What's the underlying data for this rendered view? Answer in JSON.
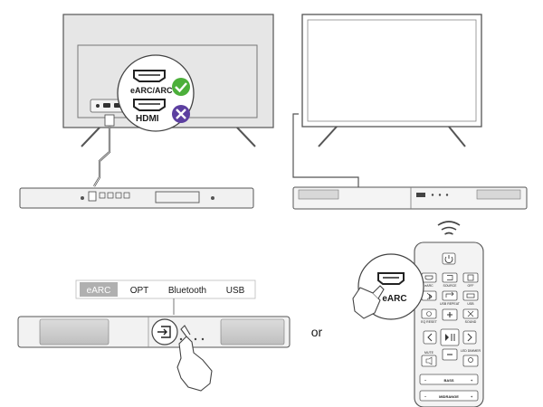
{
  "diagram": {
    "callout_earc_label": "eARC/ARC",
    "callout_hdmi_label": "HDMI",
    "modes": [
      "eARC",
      "OPT",
      "Bluetooth",
      "USB"
    ],
    "active_mode": "eARC",
    "or_text": "or",
    "remote_callout_label": "eARC",
    "remote": {
      "row1": [
        "eARC",
        "SOURCE",
        "OFF"
      ],
      "row2": [
        "",
        "USB REPEAT",
        "USB"
      ],
      "row3": [
        "EQ RESET",
        "",
        "SOUND"
      ],
      "mute_label": "MUTE",
      "led_label": "LED DIMMER",
      "bass_label": "BASS",
      "midrange_label": "MIDRANGE",
      "minus": "−",
      "plus": "+"
    }
  }
}
